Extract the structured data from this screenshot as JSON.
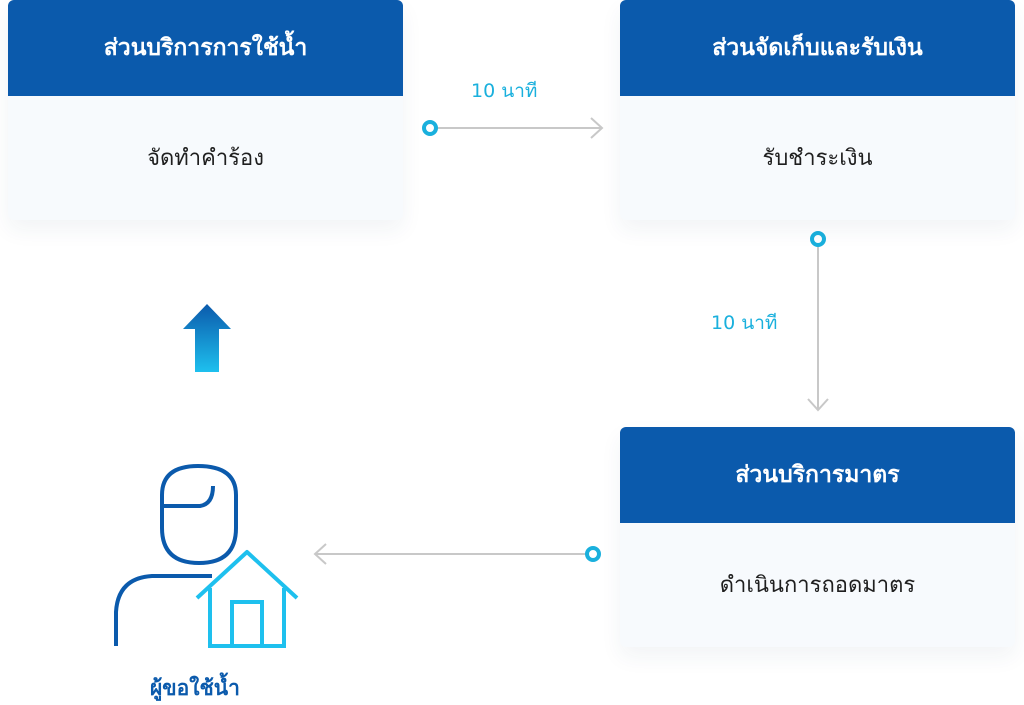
{
  "steps": [
    {
      "title": "ส่วนบริการการใช้น้ำ",
      "action": "จัดทำคำร้อง"
    },
    {
      "title": "ส่วนจัดเก็บและรับเงิน",
      "action": "รับชำระเงิน"
    },
    {
      "title": "ส่วนบริการมาตร",
      "action": "ดำเนินการถอดมาตร"
    }
  ],
  "durations": [
    "10 นาที",
    "10 นาที"
  ],
  "user": {
    "label": "ผู้ขอใช้น้ำ",
    "icon": "user-house-icon"
  },
  "colors": {
    "header_blue": "#0b5aac",
    "accent_cyan": "#1ab0dd",
    "connector_gray": "#c8c8c8",
    "card_bg": "#f7fafd"
  }
}
